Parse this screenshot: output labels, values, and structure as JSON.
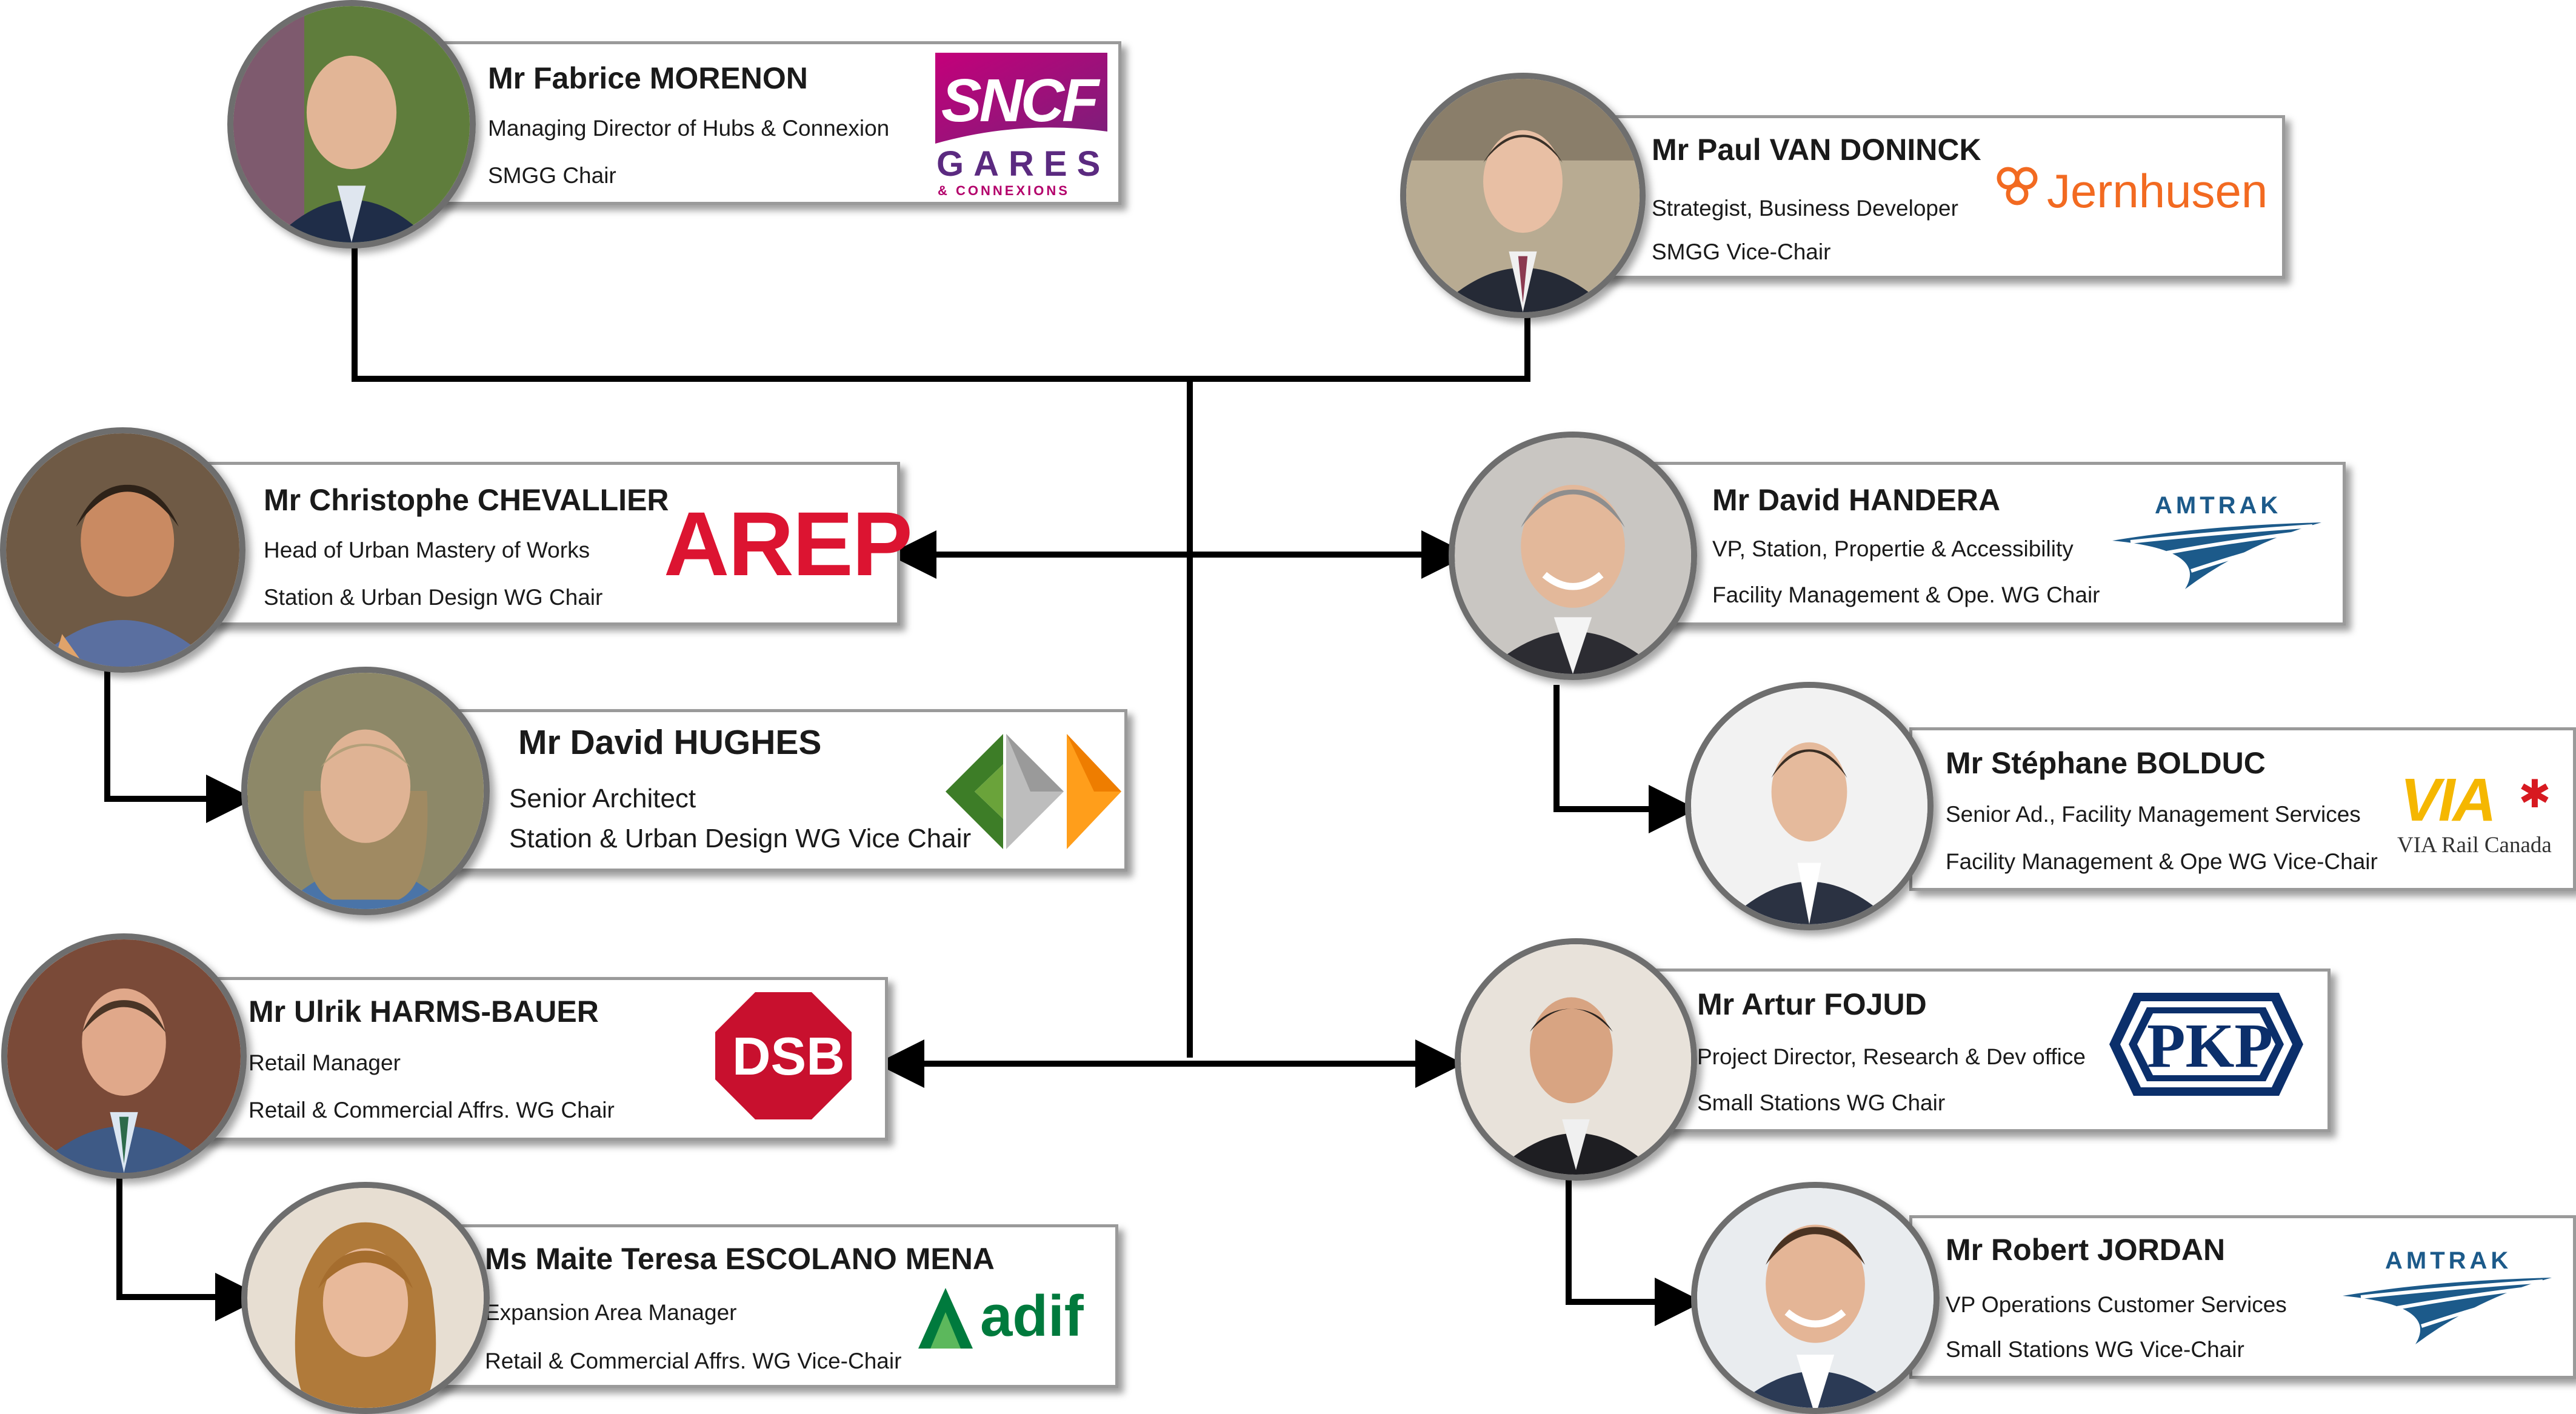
{
  "colors": {
    "line": "#000000",
    "card_border": "#9a9a9a",
    "sncf_magenta": "#b3006b",
    "sncf_purple": "#5b2a80",
    "jernhusen_orange": "#f26a21",
    "arep_red": "#dc1431",
    "amtrak_blue": "#1c5a8a",
    "via_yellow": "#f5b700",
    "via_red": "#d71920",
    "dsb_red": "#c8102e",
    "pkp_blue": "#0b2f6b",
    "adif_green": "#007a3d"
  },
  "members": [
    {
      "id": "morenon",
      "name": "Mr Fabrice MORENON",
      "role1": "Managing Director of Hubs & Connexion",
      "role2": "SMGG Chair",
      "logo": {
        "kind": "sncf-gares-connexions",
        "text1": "SNCF",
        "text2": "GARES",
        "text3": "& CONNEXIONS"
      }
    },
    {
      "id": "vandoninck",
      "name": "Mr Paul VAN DONINCK",
      "role1": "Strategist, Business Developer",
      "role2": "SMGG Vice-Chair",
      "logo": {
        "kind": "jernhusen",
        "text1": "Jernhusen"
      }
    },
    {
      "id": "chevallier",
      "name": "Mr Christophe CHEVALLIER",
      "role1": "Head of Urban Mastery of Works",
      "role2": "Station & Urban Design WG Chair",
      "logo": {
        "kind": "arep",
        "text1": "AREP"
      }
    },
    {
      "id": "hughes",
      "name": "Mr David HUGHES",
      "role1": "Senior Architect",
      "role2": "Station & Urban Design WG Vice Chair",
      "logo": {
        "kind": "network-rail-chevrons"
      }
    },
    {
      "id": "handera",
      "name": "Mr David HANDERA",
      "role1": "VP, Station, Propertie & Accessibility",
      "role2": "Facility Management & Ope. WG Chair",
      "logo": {
        "kind": "amtrak",
        "text1": "AMTRAK"
      }
    },
    {
      "id": "bolduc",
      "name": "Mr Stéphane BOLDUC",
      "role1": "Senior Ad., Facility Management Services",
      "role2": "Facility Management & Ope WG Vice-Chair",
      "logo": {
        "kind": "via-rail",
        "text1": "VIA",
        "text2": "VIA Rail Canada"
      }
    },
    {
      "id": "harmsbauer",
      "name": "Mr Ulrik HARMS-BAUER",
      "role1": "Retail Manager",
      "role2": "Retail & Commercial Affrs. WG Chair",
      "logo": {
        "kind": "dsb",
        "text1": "DSB"
      }
    },
    {
      "id": "fojud",
      "name": "Mr Artur FOJUD",
      "role1": "Project Director, Research & Dev office",
      "role2": "Small Stations WG Chair",
      "logo": {
        "kind": "pkp",
        "text1": "PKP"
      }
    },
    {
      "id": "escolano",
      "name": "Ms Maite Teresa ESCOLANO MENA",
      "role1": "Expansion Area Manager",
      "role2": "Retail & Commercial Affrs. WG Vice-Chair",
      "logo": {
        "kind": "adif",
        "text1": "adif"
      }
    },
    {
      "id": "jordan",
      "name": "Mr Robert JORDAN",
      "role1": "VP Operations Customer Services",
      "role2": "Small Stations WG Vice-Chair",
      "logo": {
        "kind": "amtrak",
        "text1": "AMTRAK"
      }
    }
  ]
}
